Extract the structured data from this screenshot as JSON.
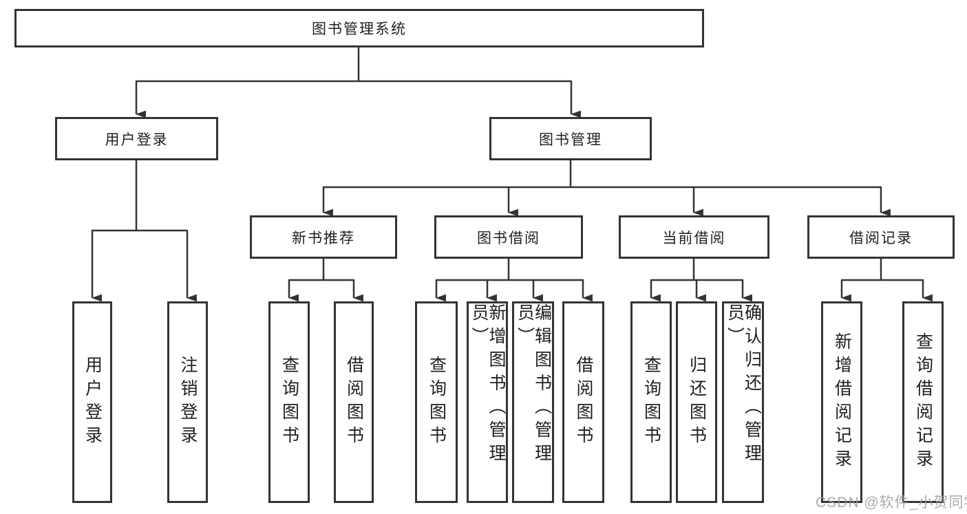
{
  "diagram": {
    "root": "图书管理系统",
    "branches": [
      {
        "label": "用户登录",
        "children": [
          "用户登录",
          "注销登录"
        ]
      },
      {
        "label": "图书管理",
        "sections": [
          {
            "label": "新书推荐",
            "children": [
              "查询图书",
              "借阅图书"
            ]
          },
          {
            "label": "图书借阅",
            "children": [
              "查询图书",
              "新增图书（管理员）",
              "编辑图书（管理员）",
              "借阅图书"
            ]
          },
          {
            "label": "当前借阅",
            "children": [
              "查询图书",
              "归还图书",
              "确认归还（管理员）"
            ]
          },
          {
            "label": "借阅记录",
            "children": [
              "新增借阅记录",
              "查询借阅记录"
            ]
          }
        ]
      }
    ]
  },
  "watermark": {
    "text": "CSDN @软件_小贺同学"
  },
  "colors": {
    "line": "#333333",
    "text": "#1f1f1f",
    "background": "#ffffff",
    "watermark": "#9b9b9b"
  }
}
